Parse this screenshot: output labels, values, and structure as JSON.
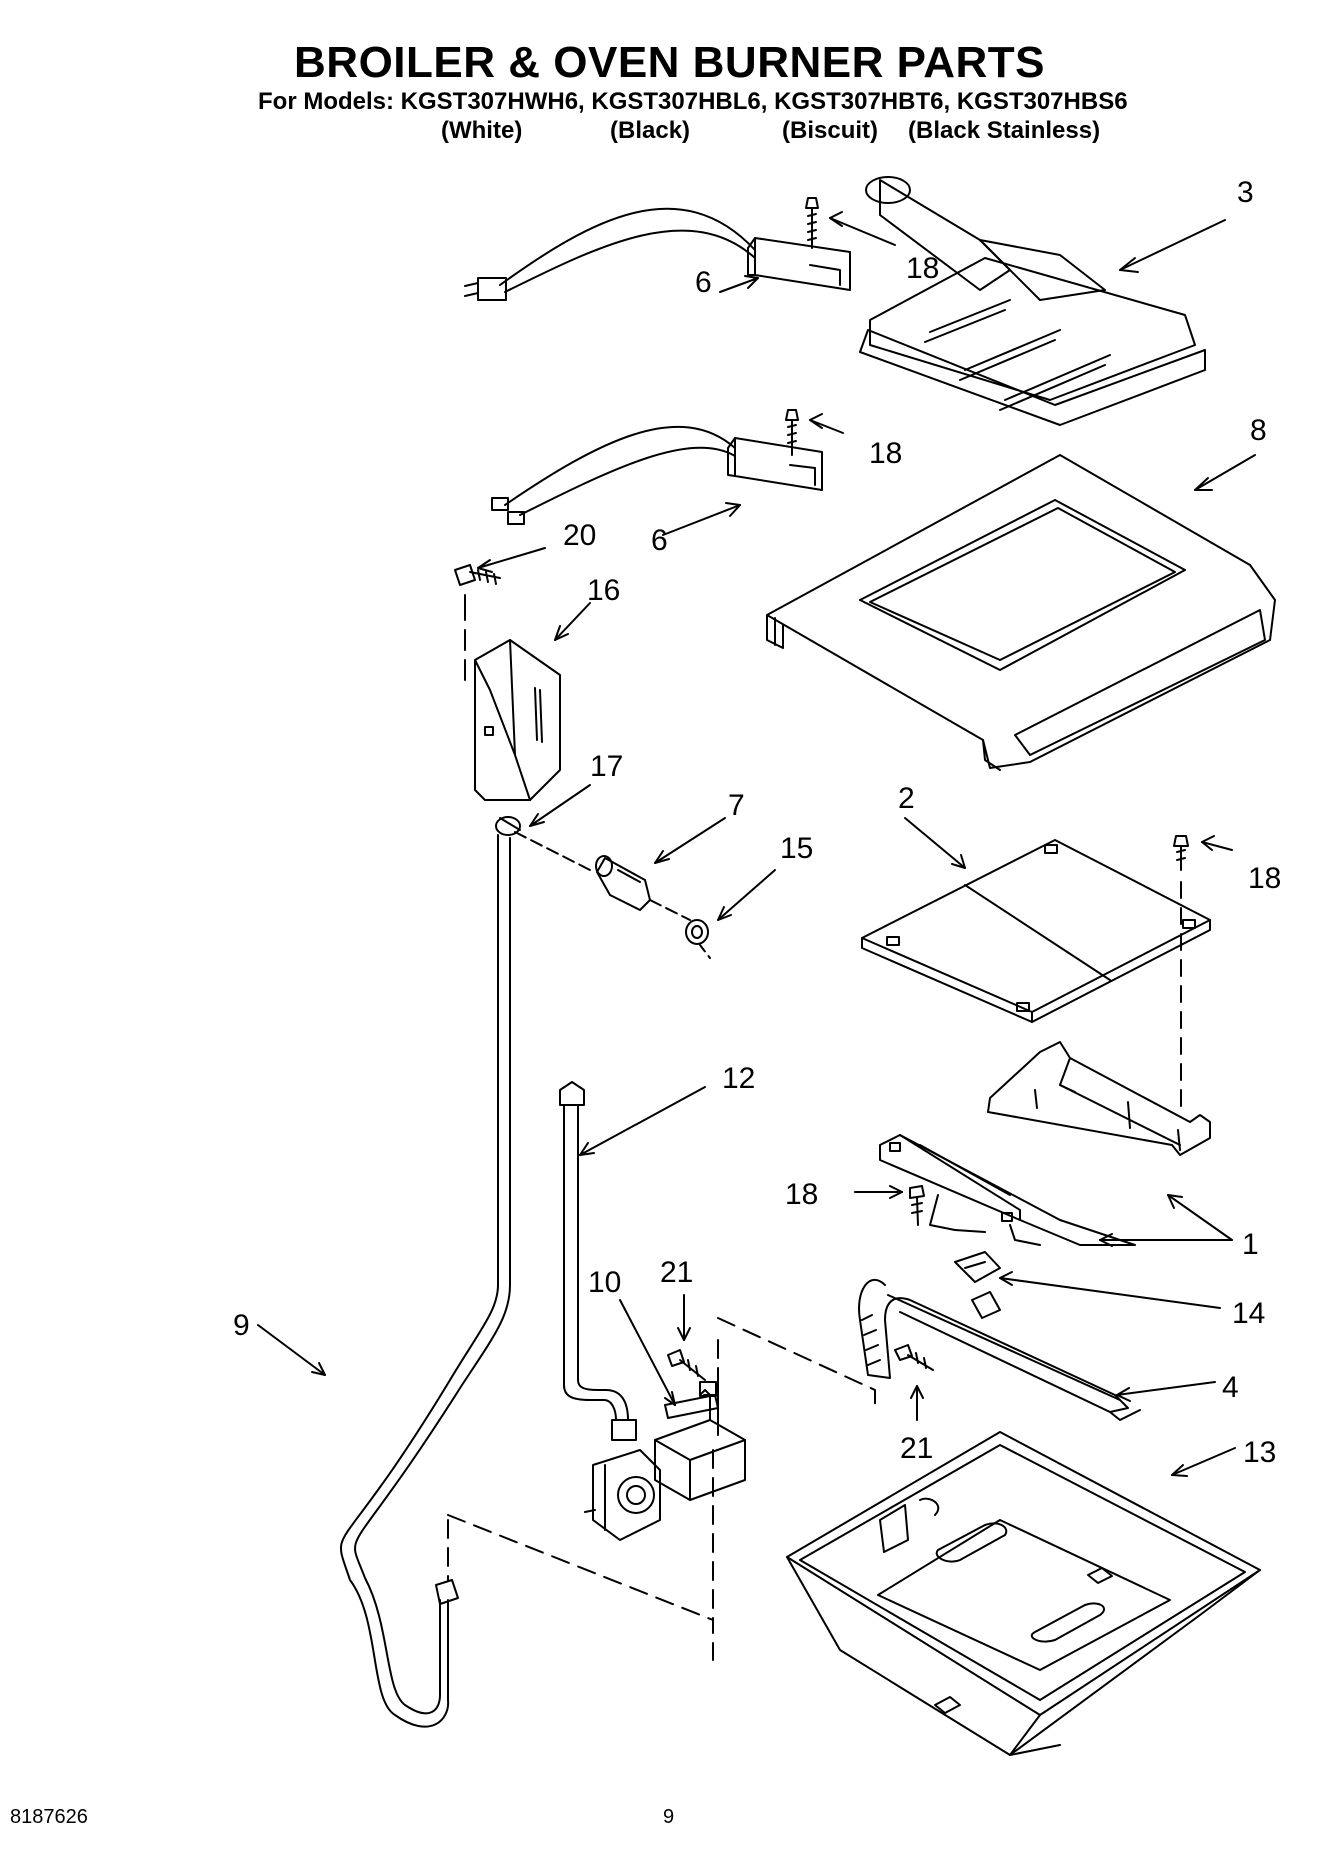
{
  "header": {
    "title": "BROILER & OVEN BURNER PARTS",
    "models_line": "For Models: KGST307HWH6, KGST307HBL6, KGST307HBT6, KGST307HBS6",
    "colors": [
      "(White)",
      "(Black)",
      "(Biscuit)",
      "(Black Stainless)"
    ]
  },
  "callouts": {
    "c3": "3",
    "c18a": "18",
    "c6a": "6",
    "c18b": "18",
    "c8": "8",
    "c6b": "6",
    "c20": "20",
    "c16": "16",
    "c17": "17",
    "c7": "7",
    "c15": "15",
    "c2": "2",
    "c18c": "18",
    "c12": "12",
    "c18d": "18",
    "c1": "1",
    "c10": "10",
    "c21a": "21",
    "c14": "14",
    "c9": "9",
    "c4": "4",
    "c21b": "21",
    "c13": "13"
  },
  "footer": {
    "doc_number": "8187626",
    "page_number": "9"
  }
}
